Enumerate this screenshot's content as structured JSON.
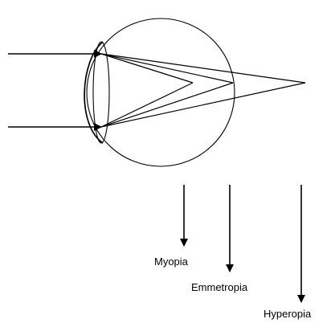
{
  "colors": {
    "stroke": "#000000",
    "background": "#ffffff"
  },
  "labels": {
    "myopia": "Myopia",
    "emmetropia": "Emmetropia",
    "hyperopia": "Hyperopia"
  }
}
